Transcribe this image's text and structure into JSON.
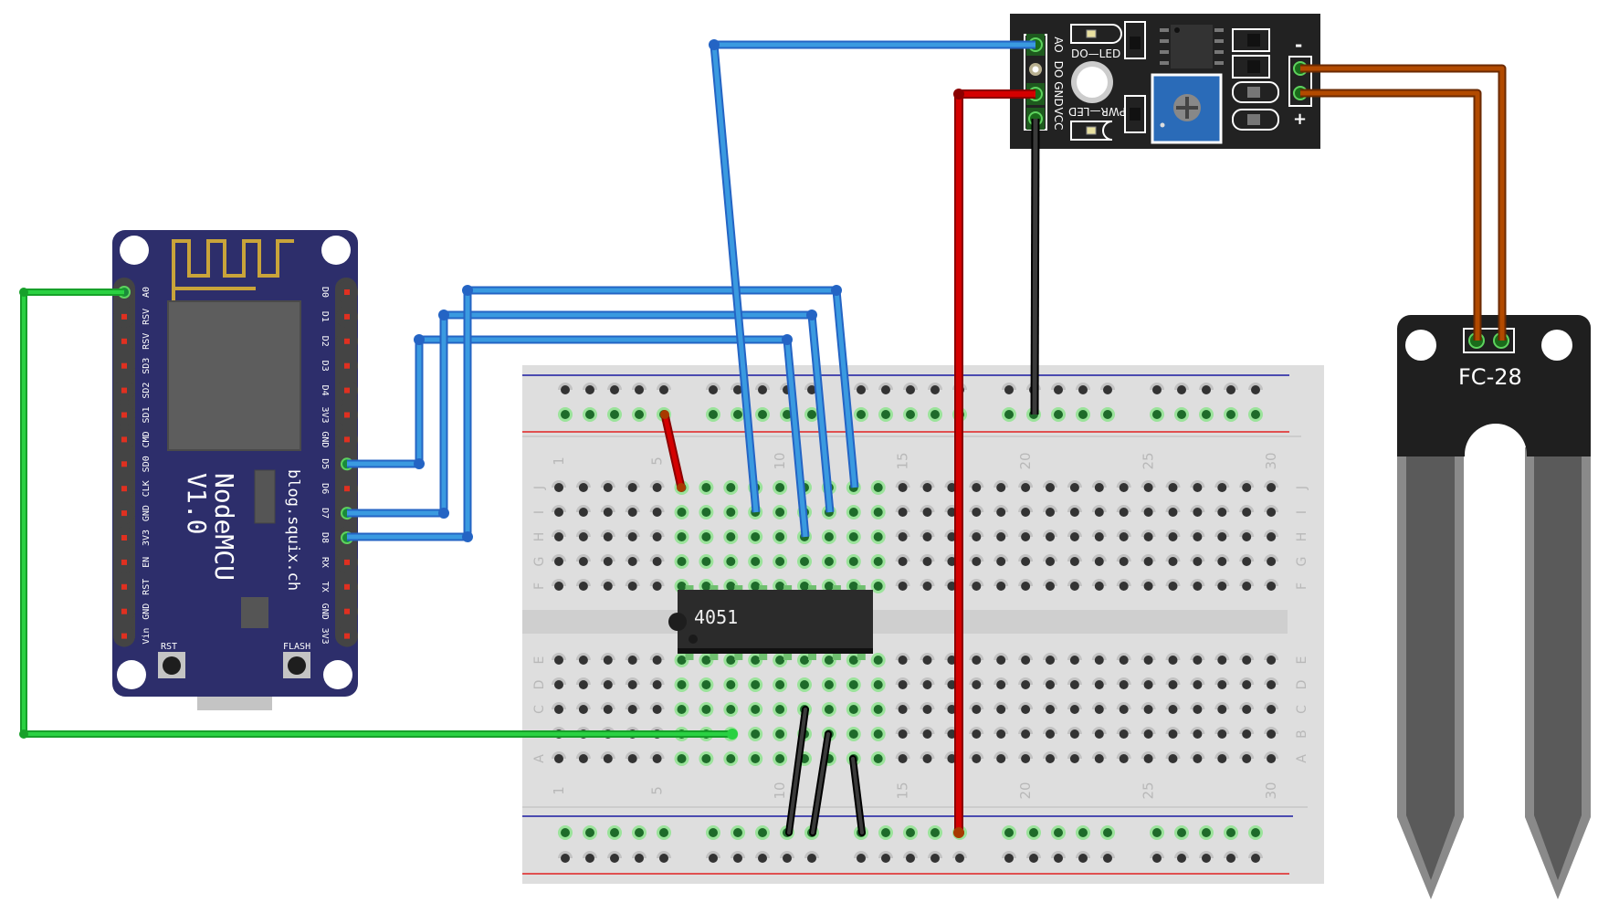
{
  "diagram": {
    "type": "breadboard-wiring",
    "colors": {
      "wire_blue": "#2f8fd8",
      "wire_blue_dark": "#2464c4",
      "wire_green": "#22c33a",
      "wire_red": "#cc0000",
      "wire_black": "#333333",
      "wire_brown": "#a84300",
      "nodemcu_board": "#2d2e6b",
      "breadboard": "#dedede",
      "sensor_board": "#222222",
      "probe_board": "#1f1f1f",
      "probe_leg": "#5a5a5a",
      "antenna": "#c9a43a",
      "pot_blue": "#2a6bb8"
    }
  },
  "nodemcu": {
    "title": "NodeMCU",
    "version": "V1.0",
    "url": "blog.squix.ch",
    "rst_label": "RST",
    "flash_label": "FLASH",
    "left_pins": [
      "A0",
      "RSV",
      "RSV",
      "SD3",
      "SD2",
      "SD1",
      "CMD",
      "SD0",
      "CLK",
      "GND",
      "3V3",
      "EN",
      "RST",
      "GND",
      "Vin"
    ],
    "right_pins": [
      "D0",
      "D1",
      "D2",
      "D3",
      "D4",
      "3V3",
      "GND",
      "D5",
      "D6",
      "D7",
      "D8",
      "RX",
      "TX",
      "GND",
      "3V3"
    ]
  },
  "breadboard": {
    "row_labels_top": [
      "J",
      "I",
      "H",
      "G",
      "F"
    ],
    "row_labels_bottom": [
      "E",
      "D",
      "C",
      "B",
      "A"
    ],
    "column_numbers": [
      "1",
      "5",
      "10",
      "15",
      "20",
      "25",
      "30"
    ]
  },
  "ic": {
    "label": "4051"
  },
  "sensor_module": {
    "pins": [
      "AO",
      "DO",
      "GND",
      "VCC"
    ],
    "do_led_label": "DO—LED",
    "pwr_led_label": "PWR—LED",
    "minus_label": "-",
    "plus_label": "+"
  },
  "probe": {
    "label": "FC-28"
  },
  "connections": [
    {
      "from": "NodeMCU A0",
      "to": "Breadboard B8",
      "color": "green"
    },
    {
      "from": "NodeMCU D5",
      "to": "Breadboard I11",
      "color": "blue"
    },
    {
      "from": "NodeMCU D7",
      "to": "Breadboard I13",
      "color": "blue"
    },
    {
      "from": "NodeMCU D8",
      "to": "Breadboard J14",
      "color": "blue"
    },
    {
      "from": "Sensor AO",
      "to": "Breadboard H10",
      "color": "blue"
    },
    {
      "from": "Sensor GND",
      "to": "Bottom rail col 17",
      "color": "red"
    },
    {
      "from": "Sensor VCC",
      "to": "Top rail col 20",
      "color": "black"
    },
    {
      "from": "Top rail col 5",
      "to": "Breadboard J6",
      "color": "red"
    },
    {
      "from": "Breadboard C11",
      "to": "Bottom rail",
      "color": "black"
    },
    {
      "from": "Breadboard B12",
      "to": "Bottom rail",
      "color": "black"
    },
    {
      "from": "Breadboard A14",
      "to": "Bottom rail",
      "color": "black"
    },
    {
      "from": "Sensor -",
      "to": "FC-28 pin 1",
      "color": "brown"
    },
    {
      "from": "Sensor +",
      "to": "FC-28 pin 2",
      "color": "brown"
    }
  ]
}
